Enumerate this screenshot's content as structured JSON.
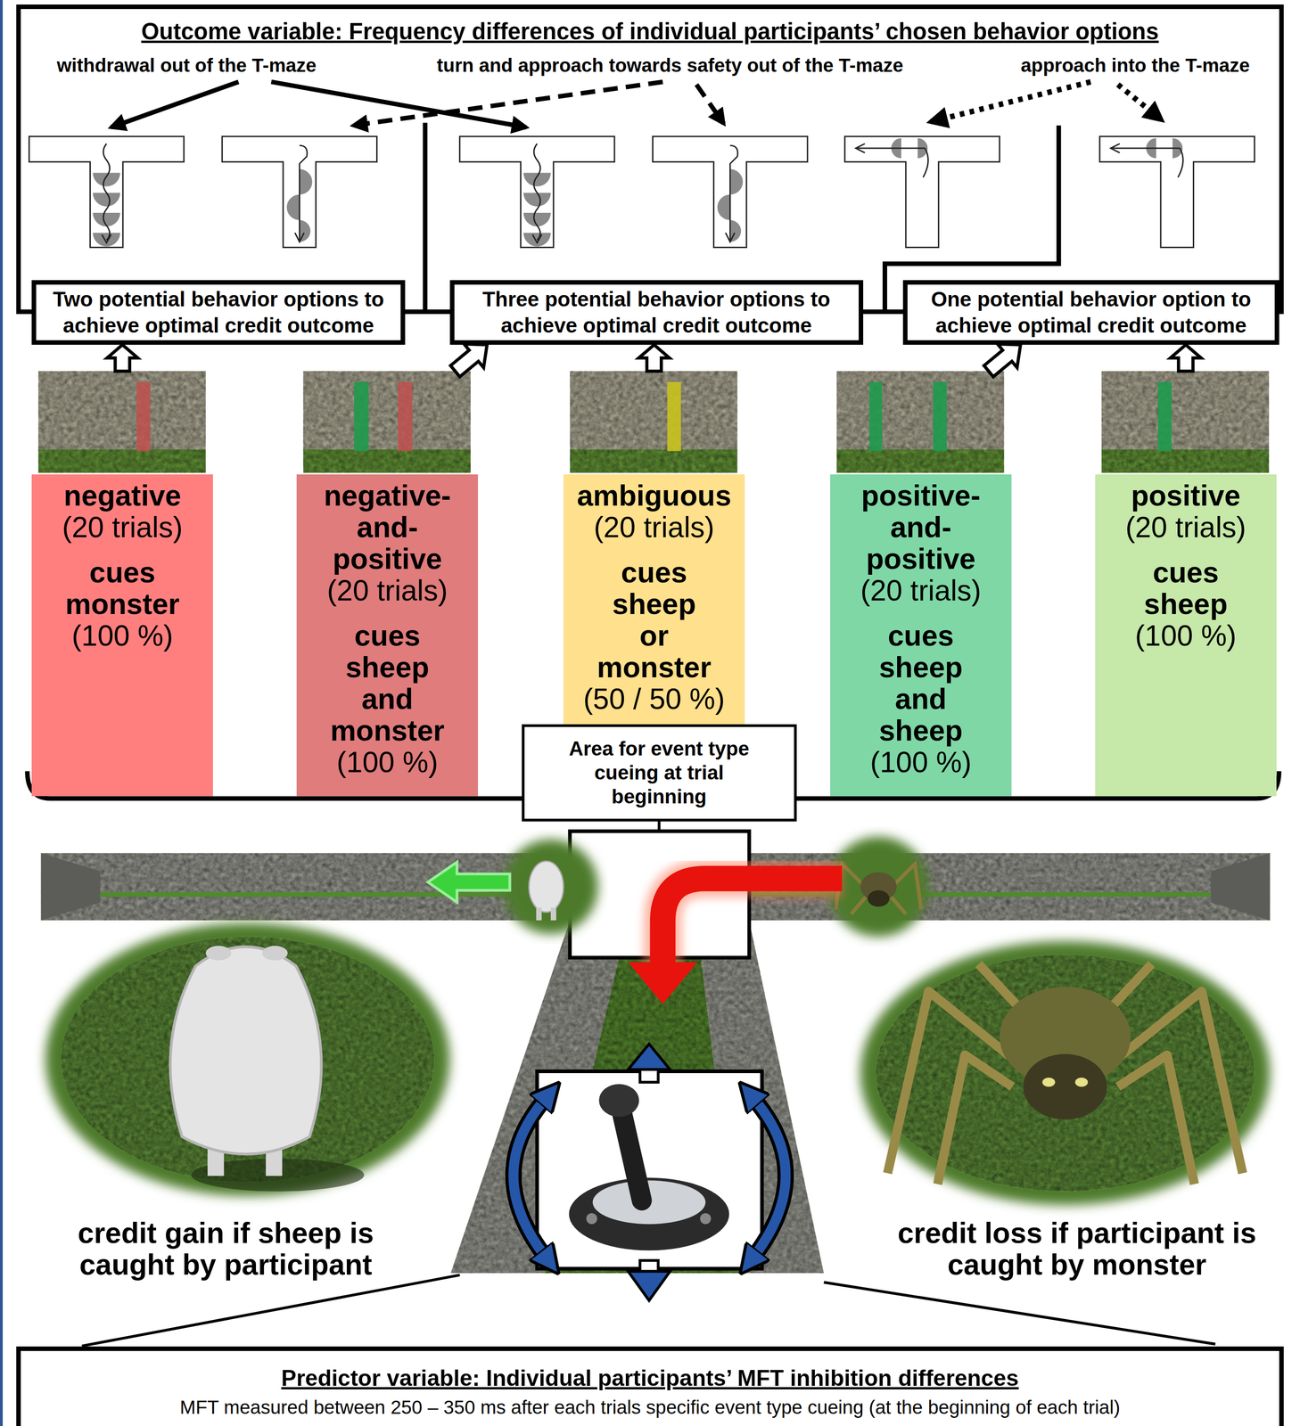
{
  "diagram": {
    "nodes": [
      {
        "text": [
          "Outcome variable: Frequency differences of individual participants’ chosen behavior options"
        ]
      },
      {
        "text": [
          "Two potential behavior options to achieve optimal credit outcome"
        ]
      },
      {
        "text": [
          "Three potential behavior options to achieve optimal credit outcome"
        ]
      },
      {
        "text": [
          "One potential behavior option to achieve optimal credit outcome"
        ]
      },
      {
        "text": [
          "negative",
          "(20 trials)",
          "cues monster",
          "(100 %)"
        ]
      },
      {
        "text": [
          "negative- and- positive",
          "(20 trials)",
          "cues sheep and monster",
          "(100 %)"
        ]
      },
      {
        "text": [
          "ambiguous",
          "(20 trials)",
          "cues sheep or monster",
          "(50 / 50 %)"
        ]
      },
      {
        "text": [
          "positive- and- positive",
          "(20 trials)",
          "cues sheep and sheep",
          "(100 %)"
        ]
      },
      {
        "text": [
          "positive",
          "(20 trials)",
          "cues sheep",
          "(100 %)"
        ]
      },
      {
        "text": [
          "Area for event type cueing at trial beginning"
        ]
      },
      {
        "text": [
          "Predictor variable: Individual participants’ MFT inhibition differences",
          "MFT measured between 250 – 350 ms after each trials specific event type cueing (at the beginning of each trial)"
        ]
      }
    ],
    "edges": [
      {
        "from": 4,
        "to": 1,
        "arrow": "to"
      },
      {
        "from": 5,
        "to": 2,
        "arrow": "to"
      },
      {
        "from": 6,
        "to": 2,
        "arrow": "to"
      },
      {
        "from": 7,
        "to": 3,
        "arrow": "to"
      },
      {
        "from": 8,
        "to": 3,
        "arrow": "to"
      }
    ],
    "labels": [
      "withdrawal out of the T-maze",
      "turn and approach towards safety out of the T-maze",
      "approach into the T-maze",
      "credit gain if sheep is caught by participant",
      "credit loss if participant is caught by monster"
    ]
  }
}
